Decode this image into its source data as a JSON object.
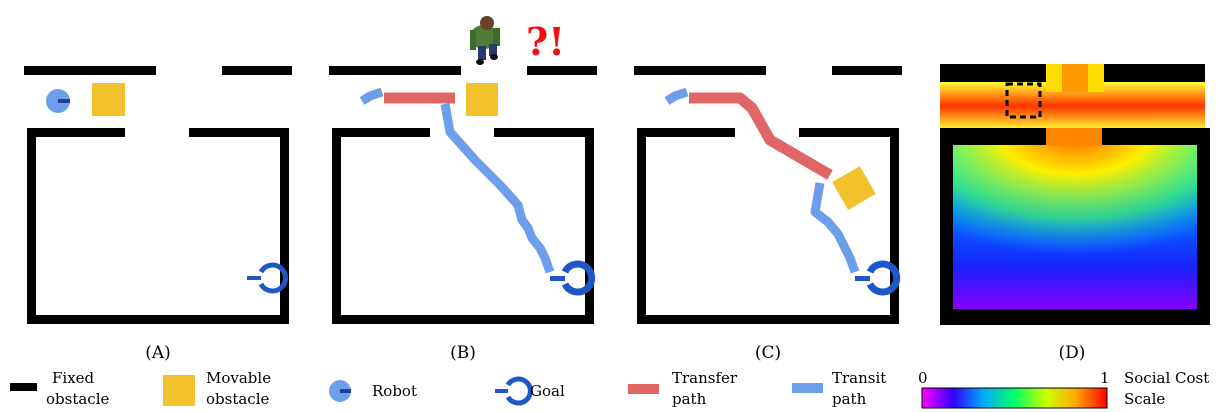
{
  "panels": [
    {
      "label": "(A)"
    },
    {
      "label": "(B)"
    },
    {
      "label": "(C)"
    },
    {
      "label": "(D)"
    }
  ],
  "annotation": {
    "surprise": "?!"
  },
  "legend": {
    "fixed_obstacle": {
      "line1": "Fixed",
      "line2": "obstacle"
    },
    "movable_obstacle": {
      "line1": "Movable",
      "line2": "obstacle"
    },
    "robot": {
      "label": "Robot"
    },
    "goal": {
      "label": "Goal"
    },
    "transfer_path": {
      "line1": "Transfer",
      "line2": "path"
    },
    "transit_path": {
      "line1": "Transit",
      "line2": "path"
    },
    "social_cost": {
      "min": "0",
      "max": "1",
      "line1": "Social Cost",
      "line2": "Scale"
    }
  },
  "colors": {
    "wall": "#000000",
    "movable": "#f2c12e",
    "robot": "#5b8fdc",
    "goal": "#1f56c8",
    "transfer": "#e06666",
    "transit": "#6d9eeb"
  },
  "icons": [
    "person-icon",
    "robot-icon",
    "goal-icon",
    "box-icon"
  ]
}
